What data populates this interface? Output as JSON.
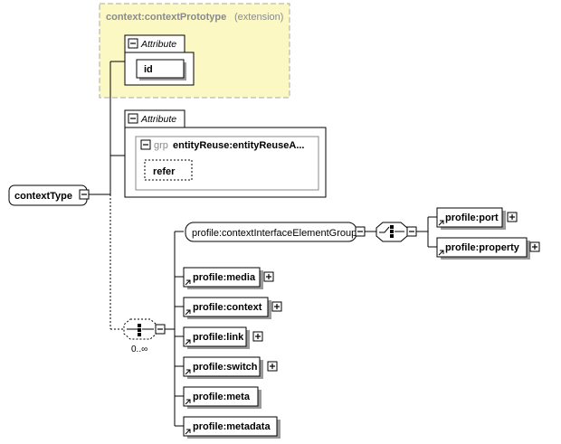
{
  "extension": {
    "title": "context:contextPrototype",
    "suffix": "(extension)"
  },
  "attribute_groups": [
    {
      "header": "Attribute",
      "items": [
        "id"
      ]
    },
    {
      "header": "Attribute",
      "group_prefix": "grp",
      "group_name": "entityReuse:entityReuseA...",
      "items": [
        "refer"
      ]
    }
  ],
  "root": {
    "label": "contextType"
  },
  "sequence": {
    "cardinality": "0..∞"
  },
  "group_ref": {
    "label": "profile:contextInterfaceElementGroup"
  },
  "choice_children": [
    "profile:port",
    "profile:property"
  ],
  "sequence_children": [
    {
      "label": "profile:media",
      "expandable": true
    },
    {
      "label": "profile:context",
      "expandable": true
    },
    {
      "label": "profile:link",
      "expandable": true
    },
    {
      "label": "profile:switch",
      "expandable": true
    },
    {
      "label": "profile:meta",
      "expandable": false
    },
    {
      "label": "profile:metadata",
      "expandable": false
    }
  ],
  "colors": {
    "extension_fill": "#fcf8c4",
    "extension_border": "#a8a8a8",
    "shadow": "#9a9a9a"
  }
}
